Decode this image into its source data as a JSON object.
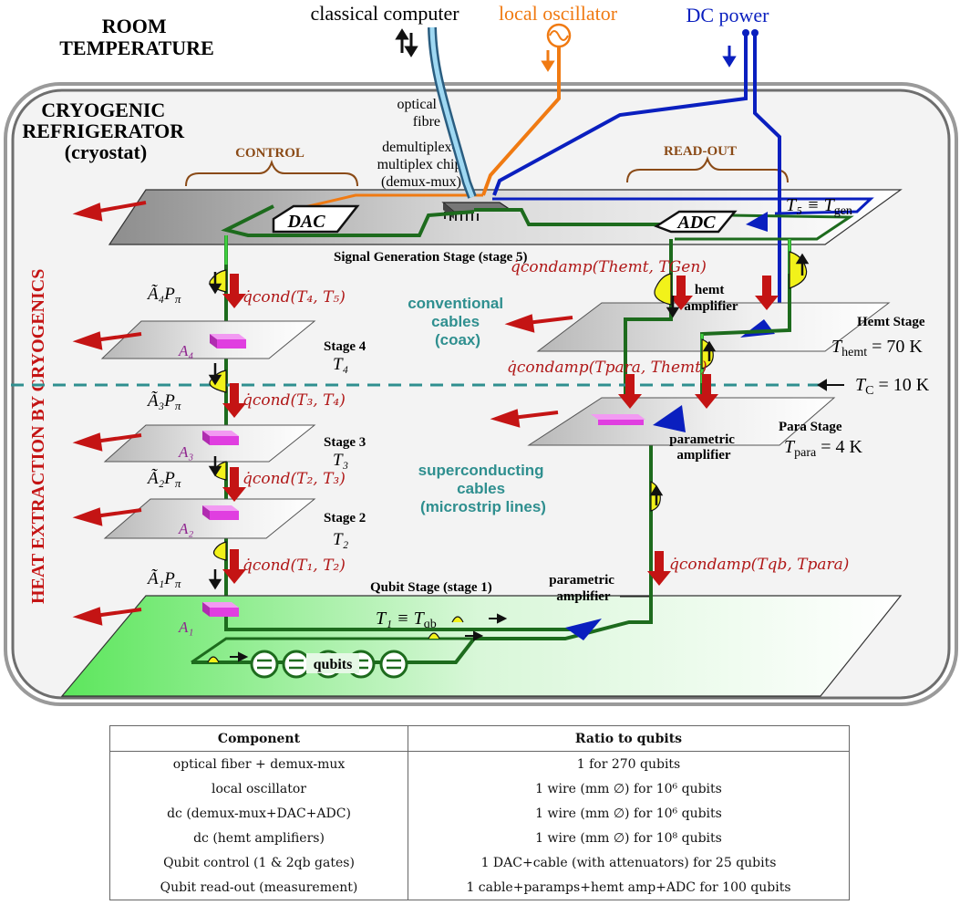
{
  "labels": {
    "room_temperature": [
      "ROOM",
      "TEMPERATURE"
    ],
    "classical_computer": "classical computer",
    "local_oscillator": "local oscillator",
    "dc_power": "DC power",
    "cryogenic": [
      "CRYOGENIC",
      "REFRIGERATOR",
      "(cryostat)"
    ],
    "optical_fibre": [
      "optical",
      "fibre"
    ],
    "demux_chip": [
      "demultiplex-",
      "multiplex chip",
      "(demux-mux)"
    ],
    "control": "CONTROL",
    "readout": "READ-OUT",
    "dac": "DAC",
    "adc": "ADC",
    "t5": "T₅ ≡ T",
    "t5_sub": "gen",
    "heat_extraction": "HEAT EXTRACTION BY CRYOGENICS",
    "signal_generation_stage": "Signal Generation Stage (stage 5)",
    "conventional_cables": [
      "conventional",
      "cables",
      "(coax)"
    ],
    "superconducting_cables": [
      "superconducting",
      "cables",
      "(microstrip lines)"
    ],
    "hemt_amplifier": [
      "hemt",
      "amplifier"
    ],
    "hemt_stage": "Hemt Stage",
    "t_hemt": "T",
    "t_hemt_sub": "hemt",
    "t_hemt_val": " = 70 K",
    "tc": "T",
    "tc_sub": "C",
    "tc_val": " = 10 K",
    "para_stage": "Para Stage",
    "parametric_amplifier_top": [
      "parametric",
      "amplifier"
    ],
    "t_para": "T",
    "t_para_sub": "para",
    "t_para_val": " = 4 K",
    "stage4": "Stage 4",
    "stage3": "Stage 3",
    "stage2": "Stage 2",
    "t4": "T₄",
    "t3": "T₃",
    "t2": "T₂",
    "a4": "A₄",
    "a3": "A₃",
    "a2": "A₂",
    "a1": "A₁",
    "a4p": "Ã₄P",
    "a3p": "Ã₃P",
    "a2p": "Ã₂P",
    "a1p": "Ã₁P",
    "pi": "π",
    "qcond_45": "q̇cond(T₄, T₅)",
    "qcond_34": "q̇cond(T₃, T₄)",
    "qcond_23": "q̇cond(T₂, T₃)",
    "qcond_12": "q̇cond(T₁, T₂)",
    "qamp_hemt_gen": "q̇condamp(Themt, TGen)",
    "qamp_para_hemt": "q̇condamp(Tpara, Themt)",
    "qamp_qb_para": "q̇condamp(Tqb, Tpara)",
    "qubit_stage": "Qubit Stage (stage 1)",
    "parametric_amplifier_bottom": [
      "parametric",
      "amplifier"
    ],
    "t1": "T₁ ≡ T",
    "t1_sub": "qb",
    "qubits": "qubits"
  },
  "table": {
    "headers": [
      "Component",
      "Ratio to qubits"
    ],
    "rows": [
      [
        "optical fiber + demux-mux",
        "1 for 270 qubits"
      ],
      [
        "local oscillator",
        "1 wire (mm ∅) for 10⁶ qubits"
      ],
      [
        "dc (demux-mux+DAC+ADC)",
        "1 wire (mm ∅) for 10⁶ qubits"
      ],
      [
        "dc (hemt amplifiers)",
        "1 wire (mm ∅) for 10⁸ qubits"
      ],
      [
        "Qubit control (1 & 2qb gates)",
        "1 DAC+cable (with attenuators) for 25 qubits"
      ],
      [
        "Qubit read-out (measurement)",
        "1 cable+paramps+hemt amp+ADC for 100 qubits"
      ]
    ]
  },
  "colors": {
    "wire_green": "#1d6b1d",
    "wire_light_green": "#3fd13f",
    "dc_blue": "#0a1fbf",
    "oscillator_orange": "#f07a12",
    "heat_red": "#c41414",
    "bracket_brown": "#8a4a16",
    "teal_text": "#2f8f8f",
    "magenta_chip": "#e03ee0",
    "pulse_yellow": "#f2f21a"
  }
}
